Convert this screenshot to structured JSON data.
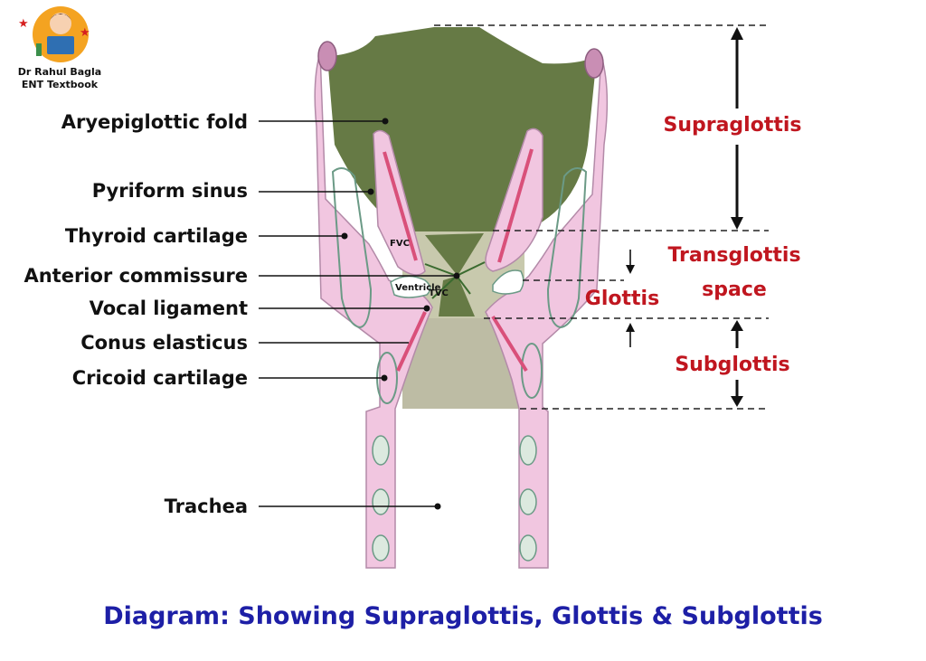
{
  "logo": {
    "line1": "Dr Rahul Bagla",
    "line2": "ENT Textbook"
  },
  "labels": {
    "aryepiglottic_fold": "Aryepiglottic fold",
    "pyriform_sinus": "Pyriform sinus",
    "thyroid_cartilage": "Thyroid cartilage",
    "anterior_commissure": "Anterior commissure",
    "vocal_ligament": "Vocal ligament",
    "conus_elasticus": "Conus elasticus",
    "cricoid_cartilage": "Cricoid cartilage",
    "trachea": "Trachea"
  },
  "inner_labels": {
    "fvc": "FVC",
    "ventricle": "Ventricle",
    "tvc": "TVC"
  },
  "zones": {
    "supraglottis": "Supraglottis",
    "transglottis_line1": "Transglottis",
    "transglottis_line2": "space",
    "glottis": "Glottis",
    "subglottis": "Subglottis"
  },
  "caption": "Diagram: Showing Supraglottis, Glottis & Subglottis",
  "colors": {
    "supraglottis_region": "#667a45",
    "transglottis_region": "#c8c9ad",
    "subglottis_region": "#bdbca4",
    "tissue_pink": "#f1c6e0",
    "cartilage_outline": "#6b9a86",
    "ligament_red": "#d9507a",
    "zone_label_red": "#c0161f",
    "caption_blue": "#1d1fa6",
    "logo_orange": "#f4a321"
  }
}
